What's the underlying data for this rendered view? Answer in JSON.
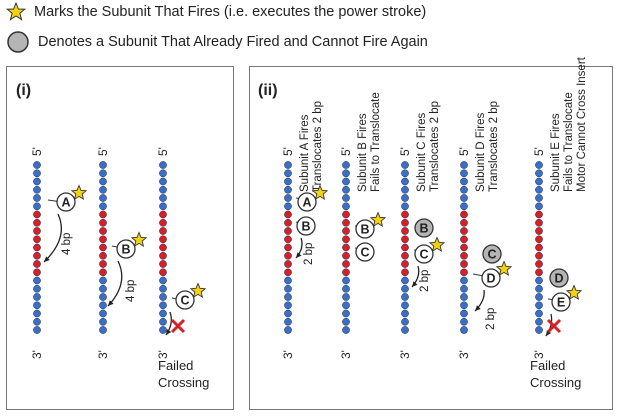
{
  "legend": {
    "fire_text": "Marks the Subunit That Fires (i.e. executes the power stroke)",
    "fired_text": "Denotes a Subunit That Already Fired and Cannot Fire Again"
  },
  "panel_i": {
    "label": "(i)",
    "step_1_arrow": "4 bp",
    "step_2_arrow": "4 bp",
    "subunits": [
      "A",
      "B",
      "C"
    ],
    "failed_line1": "Failed",
    "failed_line2": "Crossing"
  },
  "panel_ii": {
    "label": "(ii)",
    "captions": [
      [
        "Subunit A Fires",
        "Translocates 2 bp"
      ],
      [
        "Subunit B Fires",
        "Fails to Translocate"
      ],
      [
        "Subunit C Fires",
        "Translocates 2 bp"
      ],
      [
        "Subunit D Fires",
        "Translocates 2 bp"
      ],
      [
        "Subunit E Fires",
        "Fails to Translocate",
        "Motor Cannot Cross Insert"
      ]
    ],
    "arrows": [
      "2 bp",
      "2 bp",
      "2 bp"
    ],
    "failed_line1": "Failed",
    "failed_line2": "Crossing"
  },
  "dna": {
    "five_prime": "5'",
    "three_prime": "3'"
  },
  "colors": {
    "blue_bead": "#3a6fc4",
    "red_bead": "#d52027",
    "star": "#f5d20a",
    "fired_gray": "#b5b5b5"
  }
}
